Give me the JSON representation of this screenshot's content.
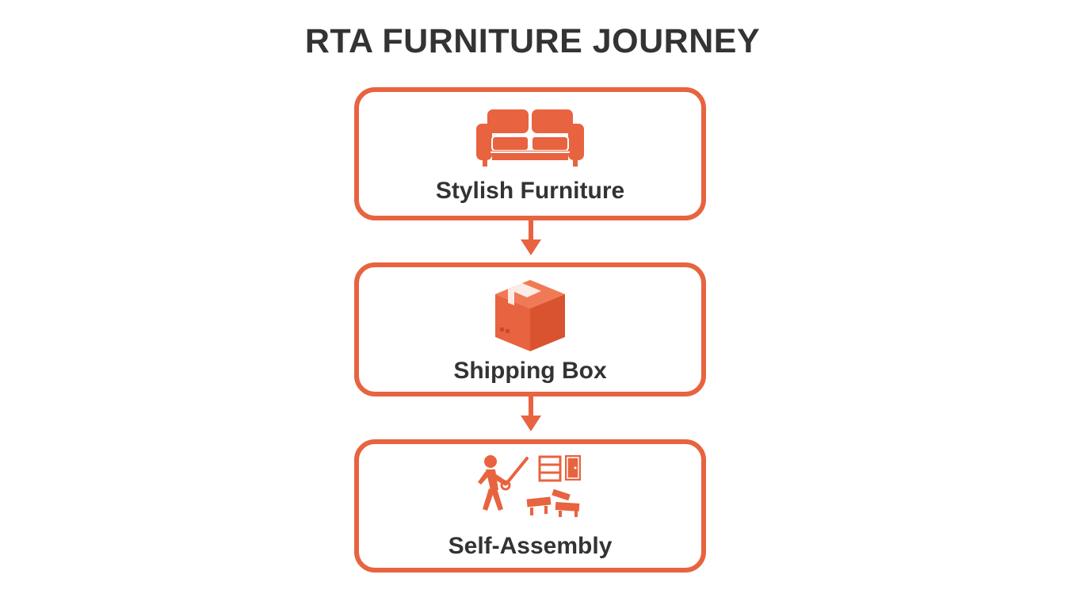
{
  "title": "RTA FURNITURE JOURNEY",
  "accent_color": "#e8633f",
  "steps": [
    {
      "label": "Stylish Furniture",
      "icon": "sofa-icon"
    },
    {
      "label": "Shipping Box",
      "icon": "box-icon"
    },
    {
      "label": "Self-Assembly",
      "icon": "assembly-icon"
    }
  ]
}
